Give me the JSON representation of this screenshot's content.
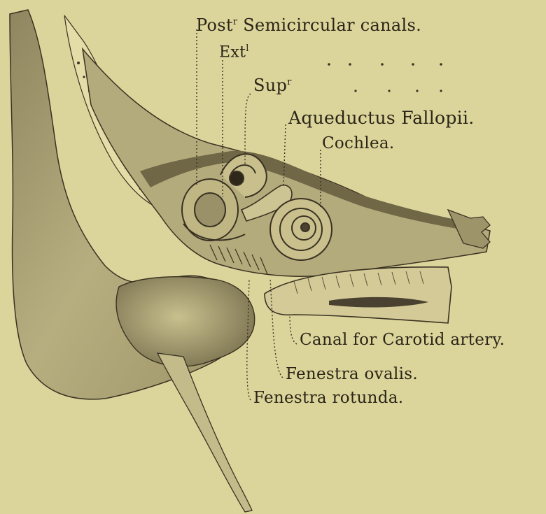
{
  "plate": {
    "background": "#dcd59b",
    "ink": "#2a2418"
  },
  "labels": {
    "post": {
      "text": "Post",
      "sup": "r",
      "rest": " Semicircular canals."
    },
    "ext": {
      "text": "Ext",
      "sup": "l"
    },
    "sup": {
      "text": "Sup",
      "sup": "r"
    },
    "aqueductus": "Aqueductus Fallopii.",
    "cochlea": "Cochlea.",
    "carotid": "Canal for Carotid artery.",
    "ovalis": "Fenestra ovalis.",
    "rotunda": "Fenestra rotunda."
  }
}
